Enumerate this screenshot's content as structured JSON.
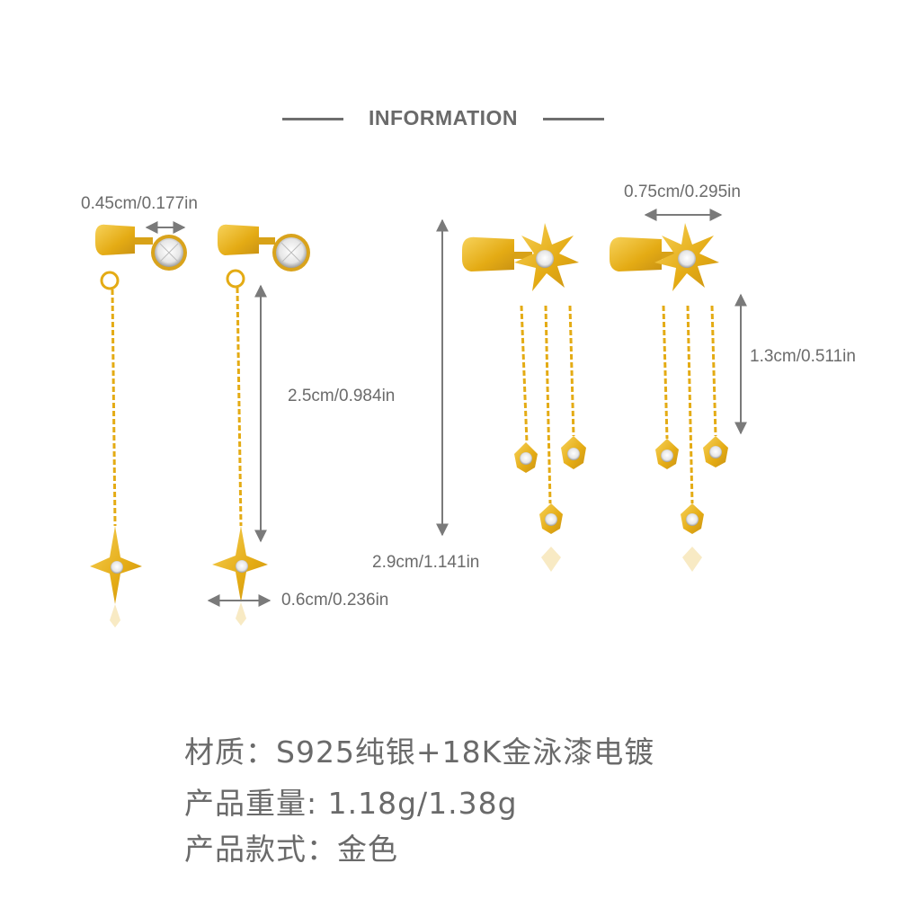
{
  "header": {
    "title": "INFORMATION"
  },
  "dimensions": {
    "stud_width": "0.45cm/0.177in",
    "chain_length": "2.5cm/0.984in",
    "star_width": "0.6cm/0.236in",
    "top_star_width": "0.75cm/0.295in",
    "tassel_length": "1.3cm/0.511in",
    "total_length": "2.9cm/1.141in"
  },
  "specs": {
    "material": "材质：S925纯银+18K金泳漆电镀",
    "weight": "产品重量: 1.18g/1.38g",
    "style": "产品款式：金色"
  },
  "colors": {
    "gold": "#e8b41c",
    "gold_dark": "#c99213",
    "arrow": "#7a7a7a",
    "text": "#6b6b6b"
  }
}
